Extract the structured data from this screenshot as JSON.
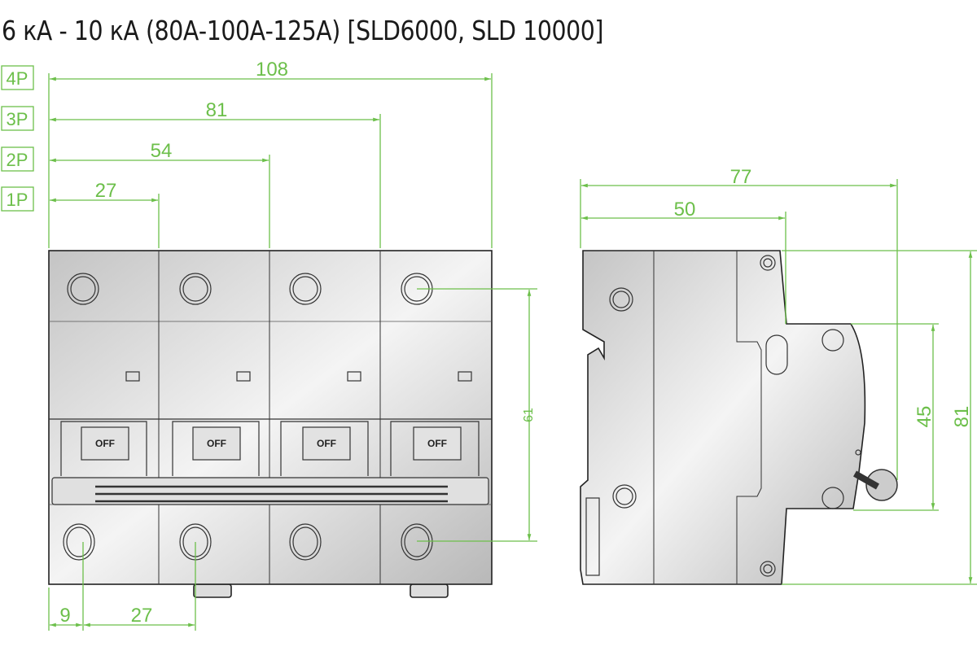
{
  "title": "6 кА - 10 кА (80А-100А-125А) [SLD6000, SLD 10000]",
  "pole_labels": [
    "4P",
    "3P",
    "2P",
    "1P"
  ],
  "front_view": {
    "width_dims": {
      "4P": "108",
      "3P": "81",
      "2P": "54",
      "1P": "27"
    },
    "terminal_height": "61",
    "edge_to_terminal": "9",
    "terminal_pitch": "27",
    "handle_labels": [
      "OFF",
      "OFF",
      "OFF",
      "OFF"
    ]
  },
  "side_view": {
    "depth_total": "77",
    "depth_body": "50",
    "front_height": "45",
    "total_height": "81"
  },
  "colors": {
    "dimension": "#6cbf4a",
    "outline": "#222222",
    "body": "#d9d9d9"
  }
}
